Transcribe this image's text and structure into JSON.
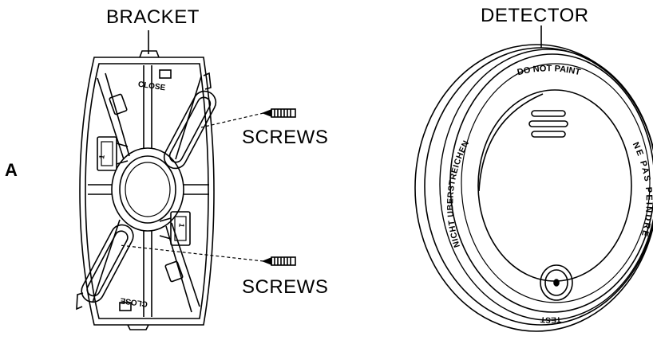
{
  "figure": {
    "letter": "A"
  },
  "labels": {
    "bracket": "BRACKET",
    "detector": "DETECTOR",
    "screws_top": "SCREWS",
    "screws_bottom": "SCREWS"
  },
  "bracket_markings": {
    "close_top": "CLOSE",
    "close_bottom": "CLOSE",
    "tab_top": "1",
    "tab_bottom": "1"
  },
  "detector_markings": {
    "do_not_paint": "DO NOT PAINT",
    "ne_pas_peindre": "NE PAS PEINDRE",
    "nicht_ueberstreichen": "NICHT UBERSTREICHEN",
    "test": "TEST"
  }
}
